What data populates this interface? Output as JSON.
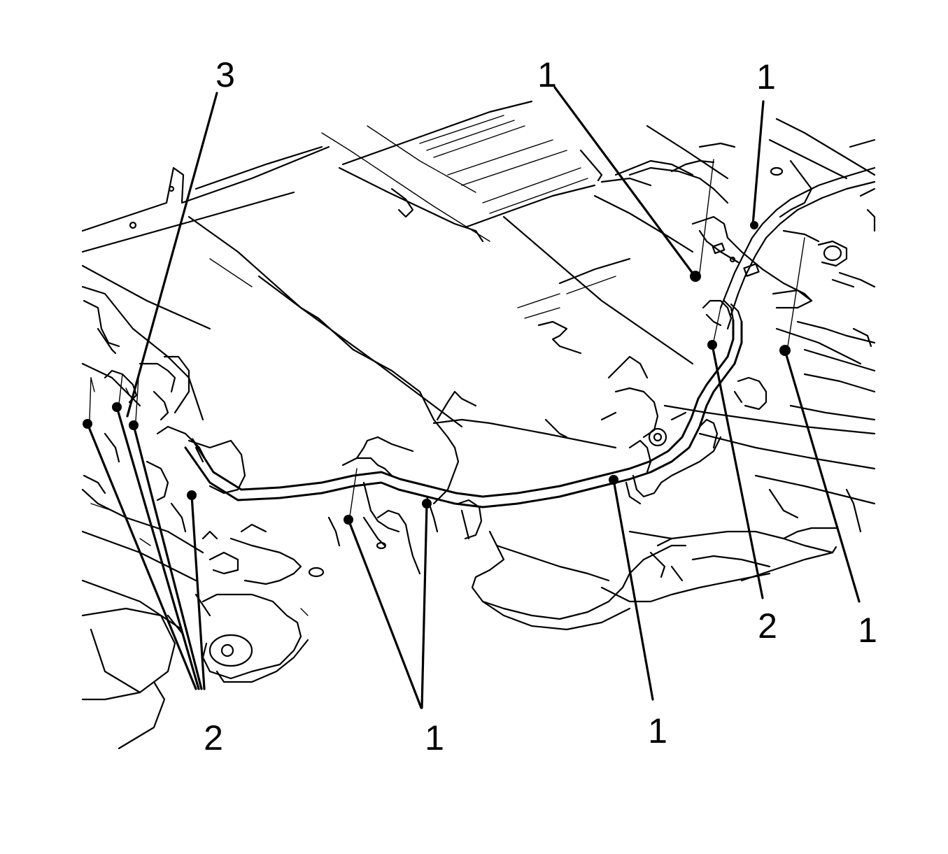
{
  "callouts": {
    "c3_top_left": "3",
    "c1_top_center": "1",
    "c1_top_right": "1",
    "c2_bottom_left": "2",
    "c1_bottom_center_left": "1",
    "c1_bottom_center_right": "1",
    "c2_right": "2",
    "c1_right": "1"
  }
}
